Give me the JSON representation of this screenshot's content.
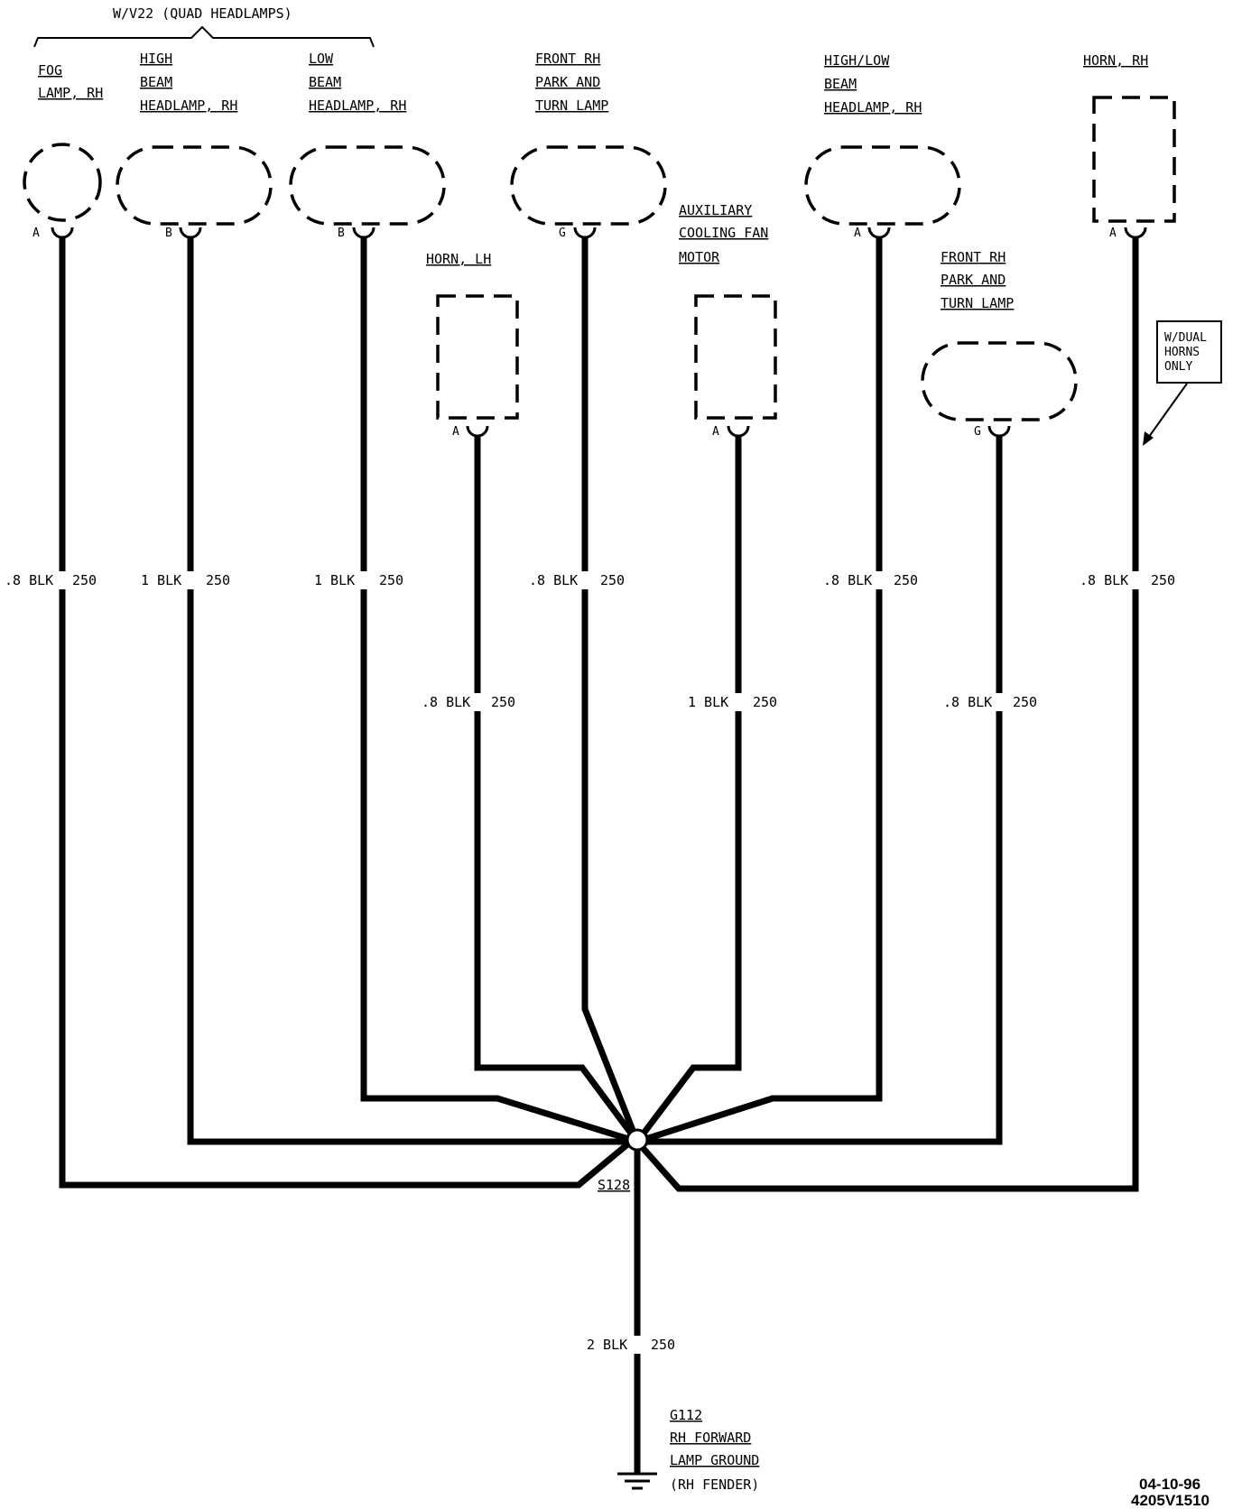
{
  "group_label": "W/V22 (QUAD HEADLAMPS)",
  "components": {
    "fog_lamp_rh": {
      "lines": [
        "FOG",
        "LAMP, RH"
      ],
      "pin": "A",
      "gauge": ".8 BLK",
      "circuit": "250"
    },
    "high_beam_rh": {
      "lines": [
        "HIGH",
        "BEAM",
        "HEADLAMP, RH"
      ],
      "pin": "B",
      "gauge": "1 BLK",
      "circuit": "250"
    },
    "low_beam_rh": {
      "lines": [
        "LOW",
        "BEAM",
        "HEADLAMP, RH"
      ],
      "pin": "B",
      "gauge": "1 BLK",
      "circuit": "250"
    },
    "horn_lh": {
      "lines": [
        "HORN, LH"
      ],
      "pin": "A",
      "gauge": ".8 BLK",
      "circuit": "250"
    },
    "front_rh_park_turn_1": {
      "lines": [
        "FRONT RH",
        "PARK AND",
        "TURN LAMP"
      ],
      "pin": "G",
      "gauge": ".8 BLK",
      "circuit": "250"
    },
    "aux_cooling_fan": {
      "lines": [
        "AUXILIARY",
        "COOLING FAN",
        "MOTOR"
      ],
      "pin": "A",
      "gauge": "1 BLK",
      "circuit": "250"
    },
    "high_low_beam_rh": {
      "lines": [
        "HIGH/LOW",
        "BEAM",
        "HEADLAMP, RH"
      ],
      "pin": "A",
      "gauge": ".8 BLK",
      "circuit": "250"
    },
    "front_rh_park_turn_2": {
      "lines": [
        "FRONT RH",
        "PARK AND",
        "TURN LAMP"
      ],
      "pin": "G",
      "gauge": ".8 BLK",
      "circuit": "250"
    },
    "horn_rh": {
      "lines": [
        "HORN, RH"
      ],
      "pin": "A",
      "gauge": ".8 BLK",
      "circuit": "250"
    }
  },
  "dual_horns_note": [
    "W/DUAL",
    "HORNS",
    "ONLY"
  ],
  "splice": "S128",
  "ground_wire": {
    "gauge": "2 BLK",
    "circuit": "250"
  },
  "ground": {
    "lines": [
      "G112",
      "RH FORWARD",
      "LAMP GROUND"
    ],
    "location": "(RH FENDER)"
  },
  "footer": {
    "date": "04-10-96",
    "code": "4205V1510"
  }
}
